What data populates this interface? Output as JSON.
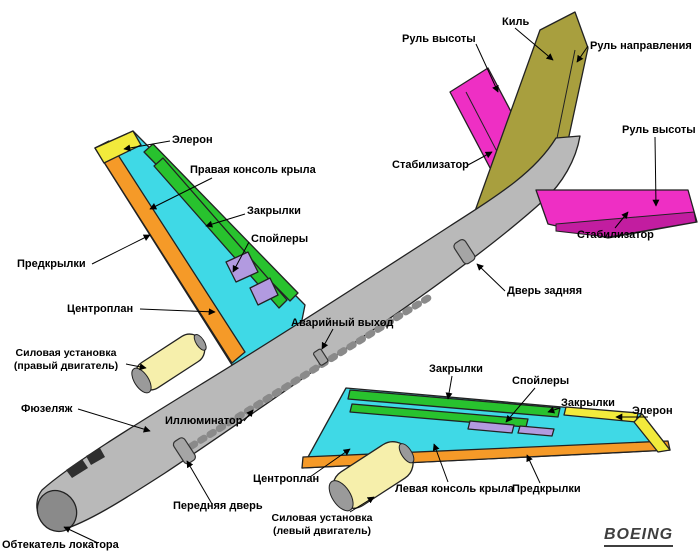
{
  "logo": "BOEING",
  "labels": {
    "elevator_top": "Руль высоты",
    "fin": "Киль",
    "rudder": "Руль направления",
    "aileron_right": "Элерон",
    "right_wing": "Правая консоль крыла",
    "flaps_right": "Закрылки",
    "spoilers_right": "Спойлеры",
    "elevator_right": "Руль высоты",
    "stabilizer_left": "Стабилизатор",
    "stabilizer_right": "Стабилизатор",
    "slats_right": "Предкрылки",
    "center_section_right": "Центроплан",
    "rear_door": "Дверь задняя",
    "emergency_exit": "Аварийный выход",
    "engine_right_line1": "Силовая установка",
    "engine_right_line2": "(правый двигатель)",
    "flaps_left_inner": "Закрылки",
    "spoilers_left": "Спойлеры",
    "flaps_left_outer": "Закрылки",
    "aileron_left": "Элерон",
    "fuselage": "Фюзеляж",
    "window": "Иллюминатор",
    "center_section_left": "Центроплан",
    "left_wing": "Левая консоль крыла",
    "slats_left": "Предкрылки",
    "front_door": "Передняя дверь",
    "engine_left_line1": "Силовая установка",
    "engine_left_line2": "(левый двигатель)",
    "radome": "Обтекатель локатора"
  },
  "colors": {
    "fuselage": "#b9b9b9",
    "outline": "#222222",
    "wing": "#3fd9e6",
    "slat": "#f59a28",
    "flap": "#28c22e",
    "spoiler": "#b29ae0",
    "tip": "#f2ea3c",
    "stab": "#ee2fc4",
    "stab_dark": "#c21da0",
    "fin": "#a89f3e",
    "engine": "#f6efab",
    "intake": "#9a9a9a",
    "window": "#8a8a8a",
    "radome": "#8a8a8a",
    "detail": "#2f2f2f"
  }
}
